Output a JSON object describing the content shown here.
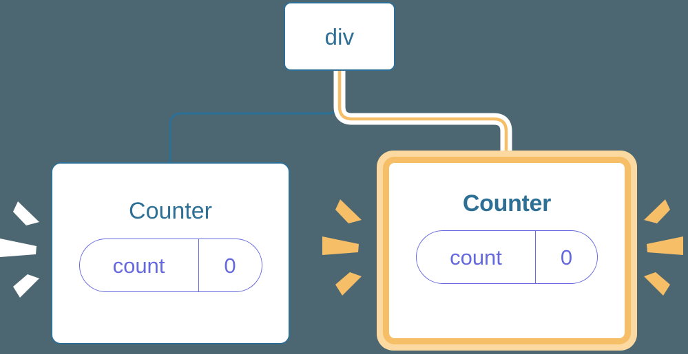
{
  "diagram": {
    "title": "component-tree-reactivity-diagram",
    "background_color": "#4c6771",
    "colors": {
      "blue": "#2e7095",
      "purple": "#6569dd",
      "amber": "#f7be68",
      "amber_glow": "#fbd9a0",
      "white": "#ffffff",
      "background": "#4c6771"
    }
  },
  "nodes": {
    "root": {
      "label": "div",
      "state": "normal"
    },
    "counter_a": {
      "label": "Counter",
      "state": "normal",
      "pill": {
        "key": "count",
        "value": "0"
      },
      "burst_color": "#ffffff"
    },
    "counter_b": {
      "label": "Counter",
      "state": "highlighted",
      "pill": {
        "key": "count",
        "value": "0"
      },
      "burst_color": "#f7be68"
    }
  },
  "edges": [
    {
      "name": "edge-div-to-counter-a",
      "from": "root",
      "to": "counter_a",
      "color": "#2e7095",
      "highlighted": false
    },
    {
      "name": "edge-div-to-counter-b",
      "from": "root",
      "to": "counter_b",
      "color": "#f7be68",
      "highlighted": true
    }
  ]
}
